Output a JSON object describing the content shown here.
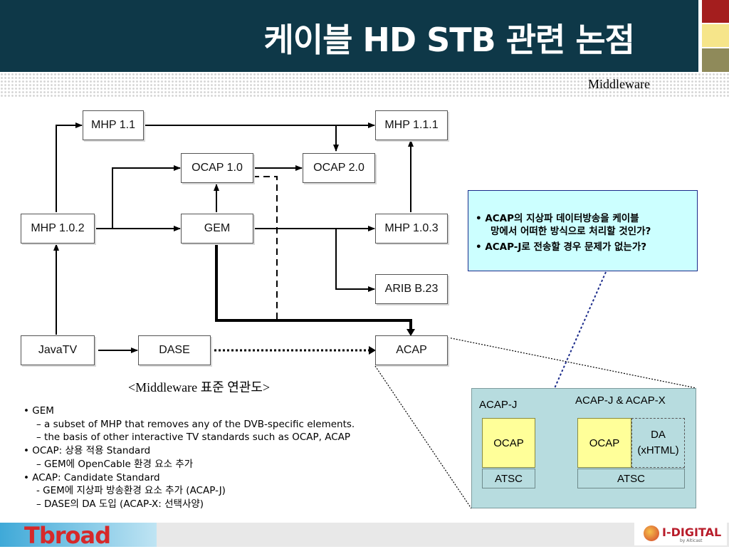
{
  "header": {
    "title": "케이블 HD STB 관련 논점",
    "subtitle": "Middleware"
  },
  "diagram": {
    "nodes": {
      "mhp11": "MHP 1.1",
      "mhp111": "MHP 1.1.1",
      "ocap10": "OCAP 1.0",
      "ocap20": "OCAP 2.0",
      "mhp102": "MHP 1.0.2",
      "gem": "GEM",
      "mhp103": "MHP 1.0.3",
      "arib": "ARIB B.23",
      "javatv": "JavaTV",
      "dase": "DASE",
      "acap": "ACAP"
    },
    "caption": "<Middleware 표준 연관도>"
  },
  "question": {
    "line1": "•  ACAP의 지상파 데이터방송을 케이블",
    "line2": "망에서 어떠한 방식으로 처리할 것인가?",
    "line3": "• ACAP-J로 전송할 경우 문제가 없는가?"
  },
  "panel": {
    "left_label": "ACAP-J",
    "right_label": "ACAP-J & ACAP-X",
    "ocap_left": "OCAP",
    "ocap_right": "OCAP",
    "da_line1": "DA",
    "da_line2": "(xHTML)",
    "atsc_left": "ATSC",
    "atsc_right": "ATSC"
  },
  "notes": [
    "• GEM",
    "– a subset of MHP that removes any of the DVB-specific elements.",
    "– the basis of other interactive TV standards such as OCAP, ACAP",
    "• OCAP: 상용 적용 Standard",
    "– GEM에 OpenCable 환경 요소 추가",
    "• ACAP: Candidate Standard",
    "- GEM에 지상파 방송환경 요소 추가 (ACAP-J)",
    "– DASE의 DA 도입 (ACAP-X: 선택사양)"
  ],
  "footer": {
    "left_logo": "Tbroad",
    "right_logo": "I-DIGITAL",
    "right_sub": "by Alticast"
  },
  "colors": {
    "header": "#0e3848",
    "panel": "#b7dcdf",
    "ocap": "#ffff99",
    "question_bg": "#ccffff",
    "brand_red": "#d6292a"
  }
}
